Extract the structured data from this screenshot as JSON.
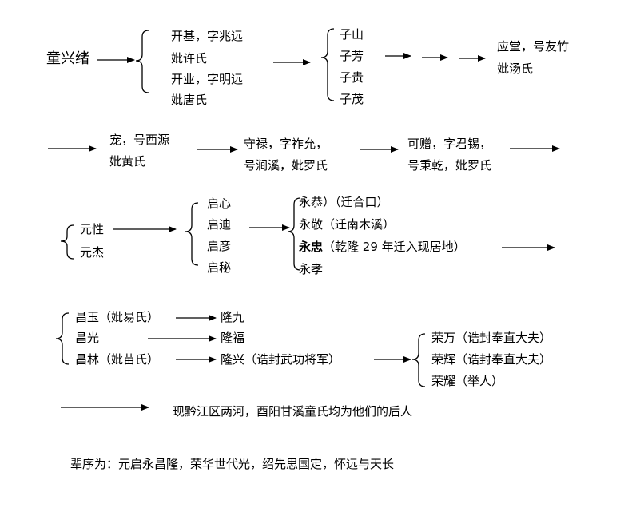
{
  "ancestor": "童兴绪",
  "gen2": [
    "开基，字兆远",
    "妣许氏",
    "开业，字明远",
    "妣唐氏"
  ],
  "gen3": [
    "子山",
    "子芳",
    "子贵",
    "子茂"
  ],
  "ying_tang": [
    "应堂，号友竹",
    "妣汤氏"
  ],
  "chong": [
    "宠，号西源",
    "妣黄氏"
  ],
  "shou_lu": [
    "守禄，字祚允，",
    "号涧溪，妣罗氏"
  ],
  "ke_zeng": [
    "可赠，字君锡，",
    "号秉乾，妣罗氏"
  ],
  "yuan": [
    "元性",
    "元杰"
  ],
  "qi": [
    "启心",
    "启迪",
    "启彦",
    "启秘"
  ],
  "yong": {
    "gong": "永恭）（迁合口）",
    "jing": "永敬（迁南木溪）",
    "zhong_name": "永忠",
    "zhong_note": "（乾隆 29 年迁入现居地）",
    "xiao": "永孝"
  },
  "chang": [
    "昌玉（妣易氏）",
    "昌光",
    "昌林（妣苗氏）"
  ],
  "long": [
    "隆九",
    "隆福",
    "隆兴（诰封武功将军）"
  ],
  "rong": [
    "荣万（诰封奉直大夫）",
    "荣辉（诰封奉直大夫）",
    "荣耀（举人）"
  ],
  "descendants": "现黔江区两河，酉阳甘溪童氏均为他们的后人",
  "generation_order": "辈序为：元启永昌隆，荣华世代光，绍先思国定，怀远与天长"
}
